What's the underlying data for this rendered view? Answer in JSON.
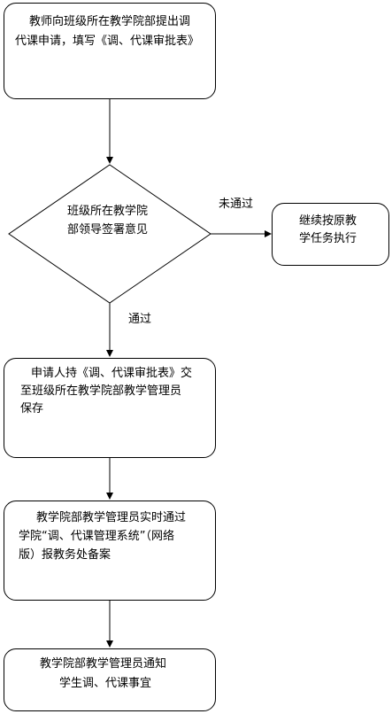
{
  "flowchart": {
    "step1": {
      "line1": "教师向班级所在教学院部提出调",
      "line2": "代课申请，填写《调、代课审批表》"
    },
    "decision": {
      "line1": "班级所在教学院",
      "line2": "部领导签署意见"
    },
    "reject_label": "未通过",
    "reject_box": {
      "line1": "继续按原教",
      "line2": "学任务执行"
    },
    "pass_label": "通过",
    "step2": {
      "line1": "申请人持《调、代课审批表》交",
      "line2": "至班级所在教学院部教学管理员",
      "line3": "保存"
    },
    "step3": {
      "line1": "教学院部教学管理员实时通过",
      "line2": "学院“调、代课管理系统”（网络",
      "line3": "版）报教务处备案"
    },
    "step4": {
      "line1": "教学院部教学管理员通知",
      "line2": "学生调、代课事宜"
    }
  }
}
